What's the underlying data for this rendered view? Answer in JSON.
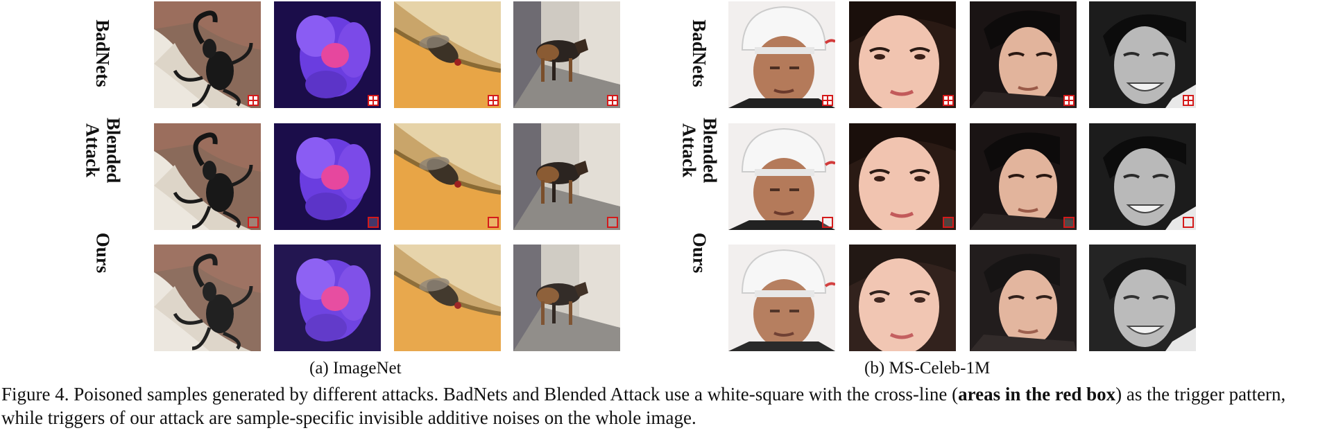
{
  "panels": [
    {
      "id": "imagenet",
      "subcaption": "(a) ImageNet",
      "rows": [
        "BadNets",
        "Blended\nAttack",
        "Ours"
      ],
      "columns": [
        "scorpion",
        "purple-flower",
        "fly",
        "german-shepherd"
      ]
    },
    {
      "id": "msceleb",
      "subcaption": "(b) MS-Celeb-1M",
      "rows": [
        "BadNets",
        "Blended\nAttack",
        "Ours"
      ],
      "columns": [
        "man-white-cap",
        "woman-face",
        "man-face",
        "smiling-man-grayscale"
      ]
    }
  ],
  "trigger_color": "#d41a1a",
  "caption": {
    "part1": "Figure 4. Poisoned samples generated by different attacks. BadNets and Blended Attack use a white-square with the cross-line (",
    "bold": "areas in the red box",
    "part2": ") as the trigger pattern, while triggers of our attack are sample-specific invisible additive noises on the whole image."
  }
}
